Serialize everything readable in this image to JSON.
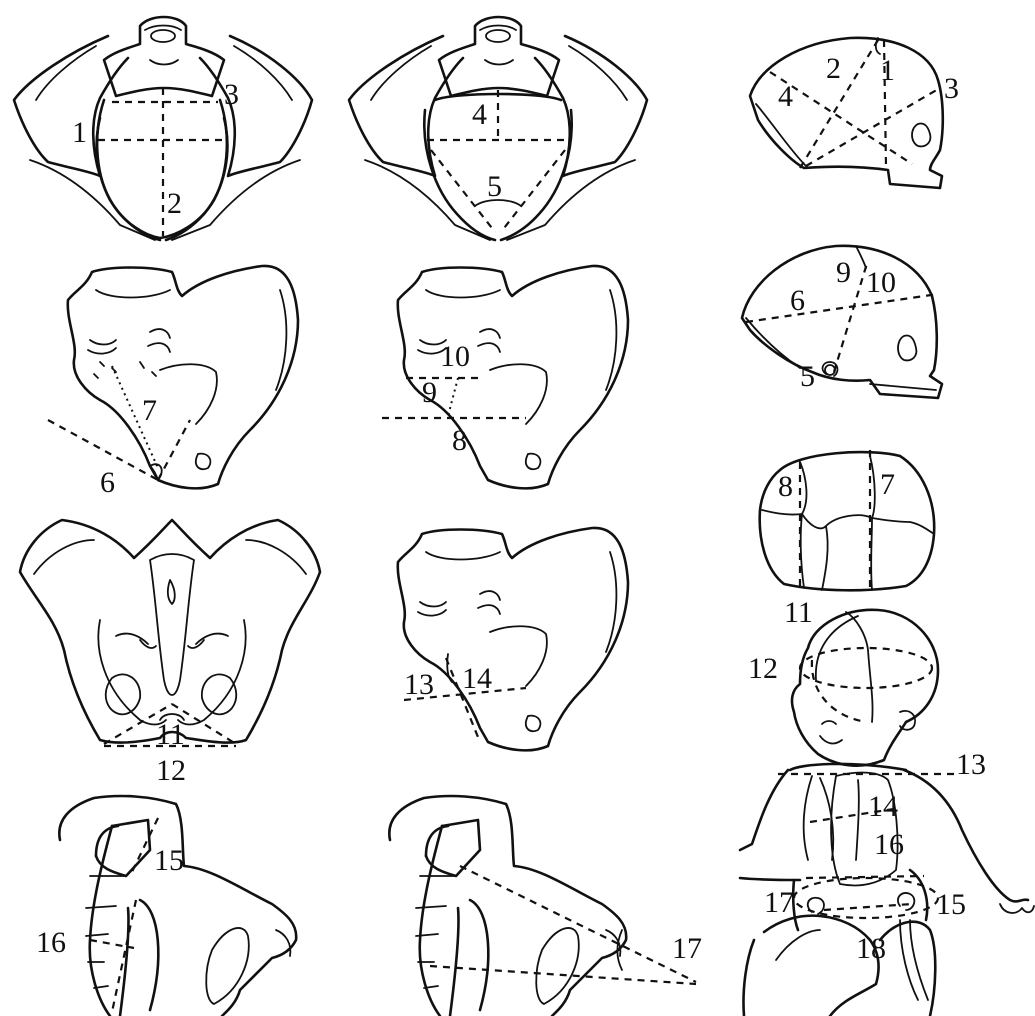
{
  "figure": {
    "panels": [
      {
        "id": "pelvis-inlet-front",
        "labels": [
          "1",
          "2",
          "3"
        ]
      },
      {
        "id": "pelvis-inlet-front-angle",
        "labels": [
          "4",
          "5"
        ]
      },
      {
        "id": "skull-lateral-diameters",
        "labels": [
          "1",
          "2",
          "3",
          "4"
        ]
      },
      {
        "id": "pelvis-lateral-a",
        "labels": [
          "6",
          "7"
        ]
      },
      {
        "id": "pelvis-lateral-b",
        "labels": [
          "8",
          "9",
          "10"
        ]
      },
      {
        "id": "skull-lateral-small",
        "labels": [
          "5",
          "6",
          "9",
          "10"
        ]
      },
      {
        "id": "skull-top-fontanelles",
        "labels": [
          "7",
          "8"
        ]
      },
      {
        "id": "pelvis-outlet-back",
        "labels": [
          "11",
          "12"
        ]
      },
      {
        "id": "pelvis-lateral-c",
        "labels": [
          "13",
          "14"
        ]
      },
      {
        "id": "fetus-body",
        "labels": [
          "11",
          "12",
          "13",
          "14",
          "15",
          "16",
          "17",
          "18"
        ]
      },
      {
        "id": "pelvis-oblique-a",
        "labels": [
          "15",
          "16"
        ]
      },
      {
        "id": "pelvis-oblique-b",
        "labels": [
          "17"
        ]
      }
    ]
  }
}
